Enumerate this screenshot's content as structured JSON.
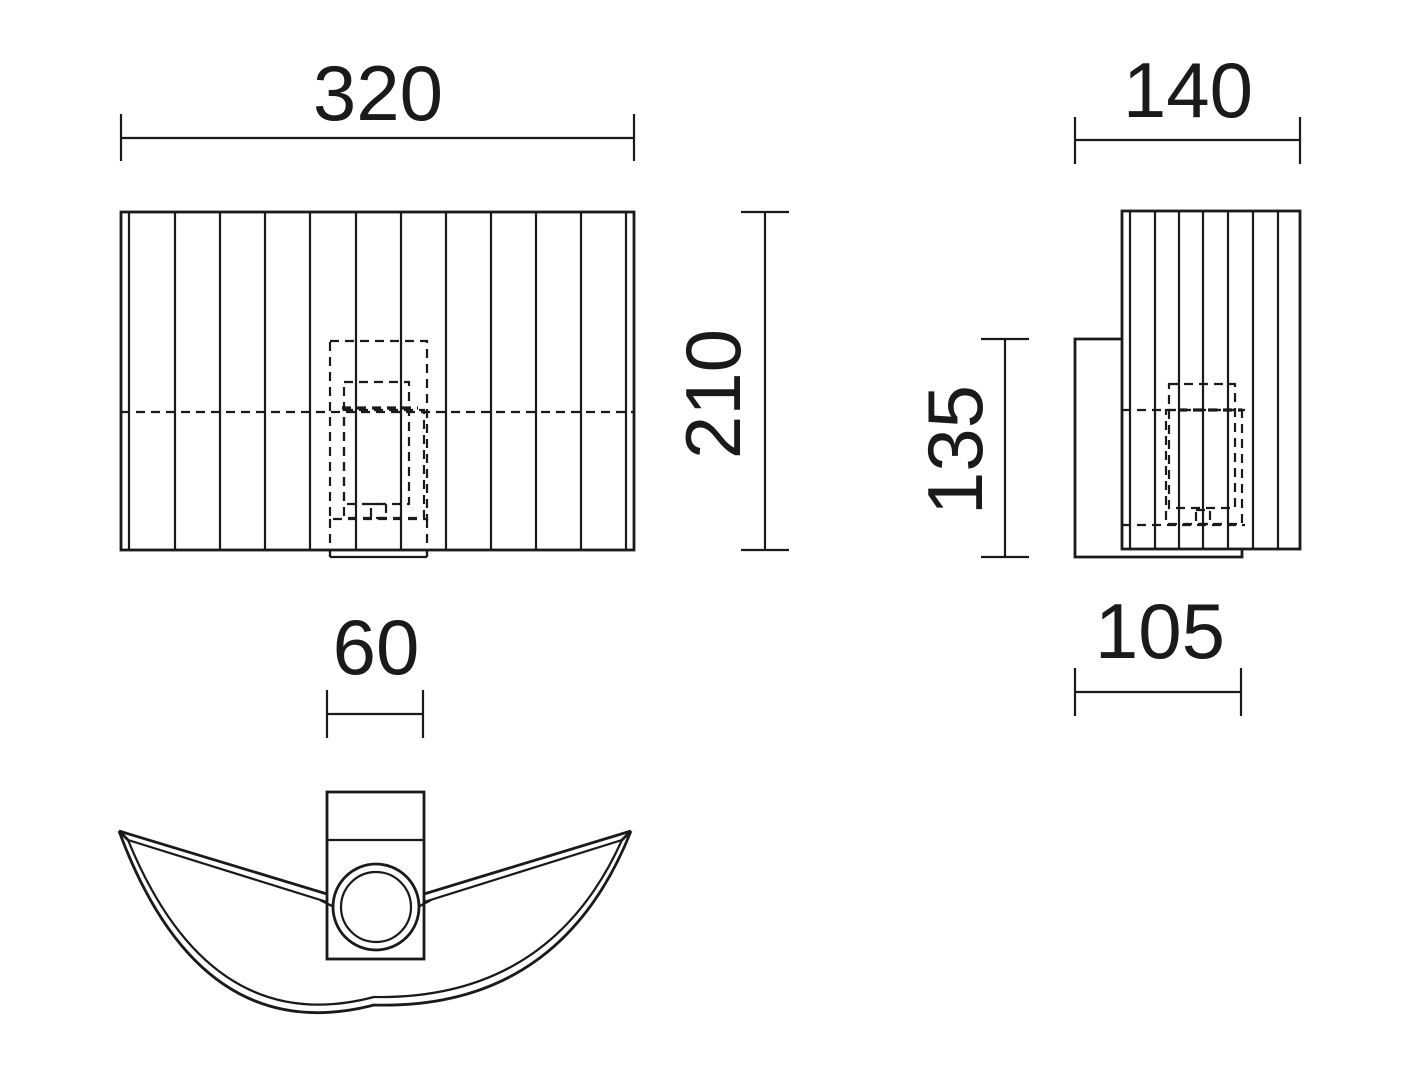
{
  "dimensions": {
    "front_width": "320",
    "front_height": "210",
    "side_width": "140",
    "side_mount_height": "135",
    "side_depth": "105",
    "bracket_width": "60"
  },
  "colors": {
    "line": "#1a1a1a",
    "background": "#ffffff"
  }
}
